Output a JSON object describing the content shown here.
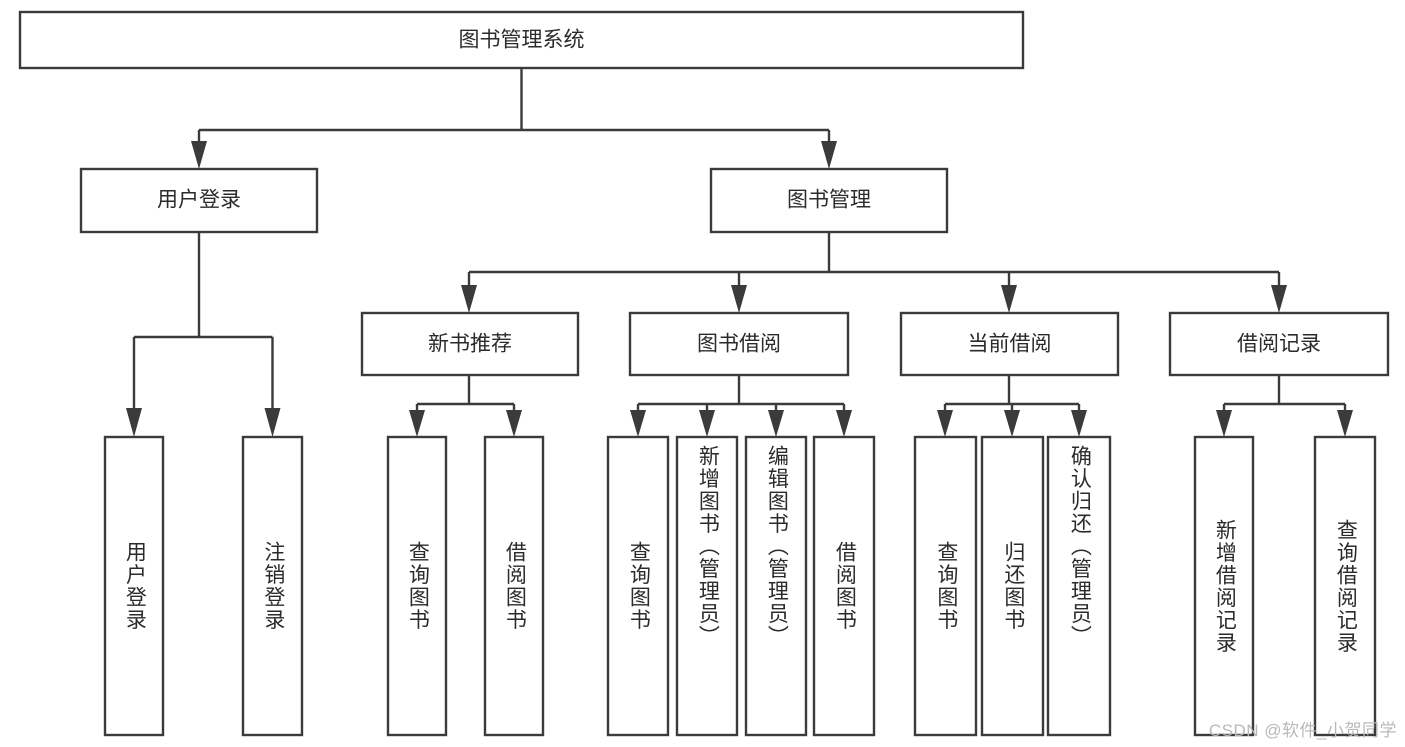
{
  "diagram": {
    "type": "tree",
    "title": "图书管理系统",
    "orientation": "top-down",
    "watermark": "CSDN @软件_小贺同学",
    "colors": {
      "box_fill": "#ffffff",
      "box_stroke": "#3b3b3b",
      "text": "#2b2b2b",
      "watermark": "#b9b9b9",
      "background": "#ffffff"
    },
    "nodes": {
      "root": {
        "label": "图书管理系统",
        "level": 0,
        "orientation": "horizontal"
      },
      "level1": [
        {
          "id": "user-login",
          "label": "用户登录",
          "orientation": "horizontal"
        },
        {
          "id": "book-manage",
          "label": "图书管理",
          "orientation": "horizontal"
        }
      ],
      "level2": [
        {
          "id": "new-book-recommend",
          "label": "新书推荐",
          "parent": "book-manage",
          "orientation": "horizontal"
        },
        {
          "id": "book-borrow",
          "label": "图书借阅",
          "parent": "book-manage",
          "orientation": "horizontal"
        },
        {
          "id": "current-borrow",
          "label": "当前借阅",
          "parent": "book-manage",
          "orientation": "horizontal"
        },
        {
          "id": "borrow-record",
          "label": "借阅记录",
          "parent": "book-manage",
          "orientation": "horizontal"
        }
      ],
      "leaves": [
        {
          "id": "leaf-user-login",
          "label": "用户登录",
          "parent": "user-login",
          "orientation": "vertical"
        },
        {
          "id": "leaf-user-logout",
          "label": "注销登录",
          "parent": "user-login",
          "orientation": "vertical"
        },
        {
          "id": "leaf-query-book-1",
          "label": "查询图书",
          "parent": "new-book-recommend",
          "orientation": "vertical"
        },
        {
          "id": "leaf-borrow-book-1",
          "label": "借阅图书",
          "parent": "new-book-recommend",
          "orientation": "vertical"
        },
        {
          "id": "leaf-query-book-2",
          "label": "查询图书",
          "parent": "book-borrow",
          "orientation": "vertical"
        },
        {
          "id": "leaf-add-book",
          "label": "新增图书（管理员）",
          "parent": "book-borrow",
          "orientation": "vertical"
        },
        {
          "id": "leaf-edit-book",
          "label": "编辑图书（管理员）",
          "parent": "book-borrow",
          "orientation": "vertical"
        },
        {
          "id": "leaf-borrow-book-2",
          "label": "借阅图书",
          "parent": "book-borrow",
          "orientation": "vertical"
        },
        {
          "id": "leaf-query-book-3",
          "label": "查询图书",
          "parent": "current-borrow",
          "orientation": "vertical"
        },
        {
          "id": "leaf-return-book",
          "label": "归还图书",
          "parent": "current-borrow",
          "orientation": "vertical"
        },
        {
          "id": "leaf-confirm-return",
          "label": "确认归还（管理员）",
          "parent": "current-borrow",
          "orientation": "vertical"
        },
        {
          "id": "leaf-add-record",
          "label": "新增借阅记录",
          "parent": "borrow-record",
          "orientation": "vertical"
        },
        {
          "id": "leaf-query-record",
          "label": "查询借阅记录",
          "parent": "borrow-record",
          "orientation": "vertical"
        }
      ]
    }
  }
}
